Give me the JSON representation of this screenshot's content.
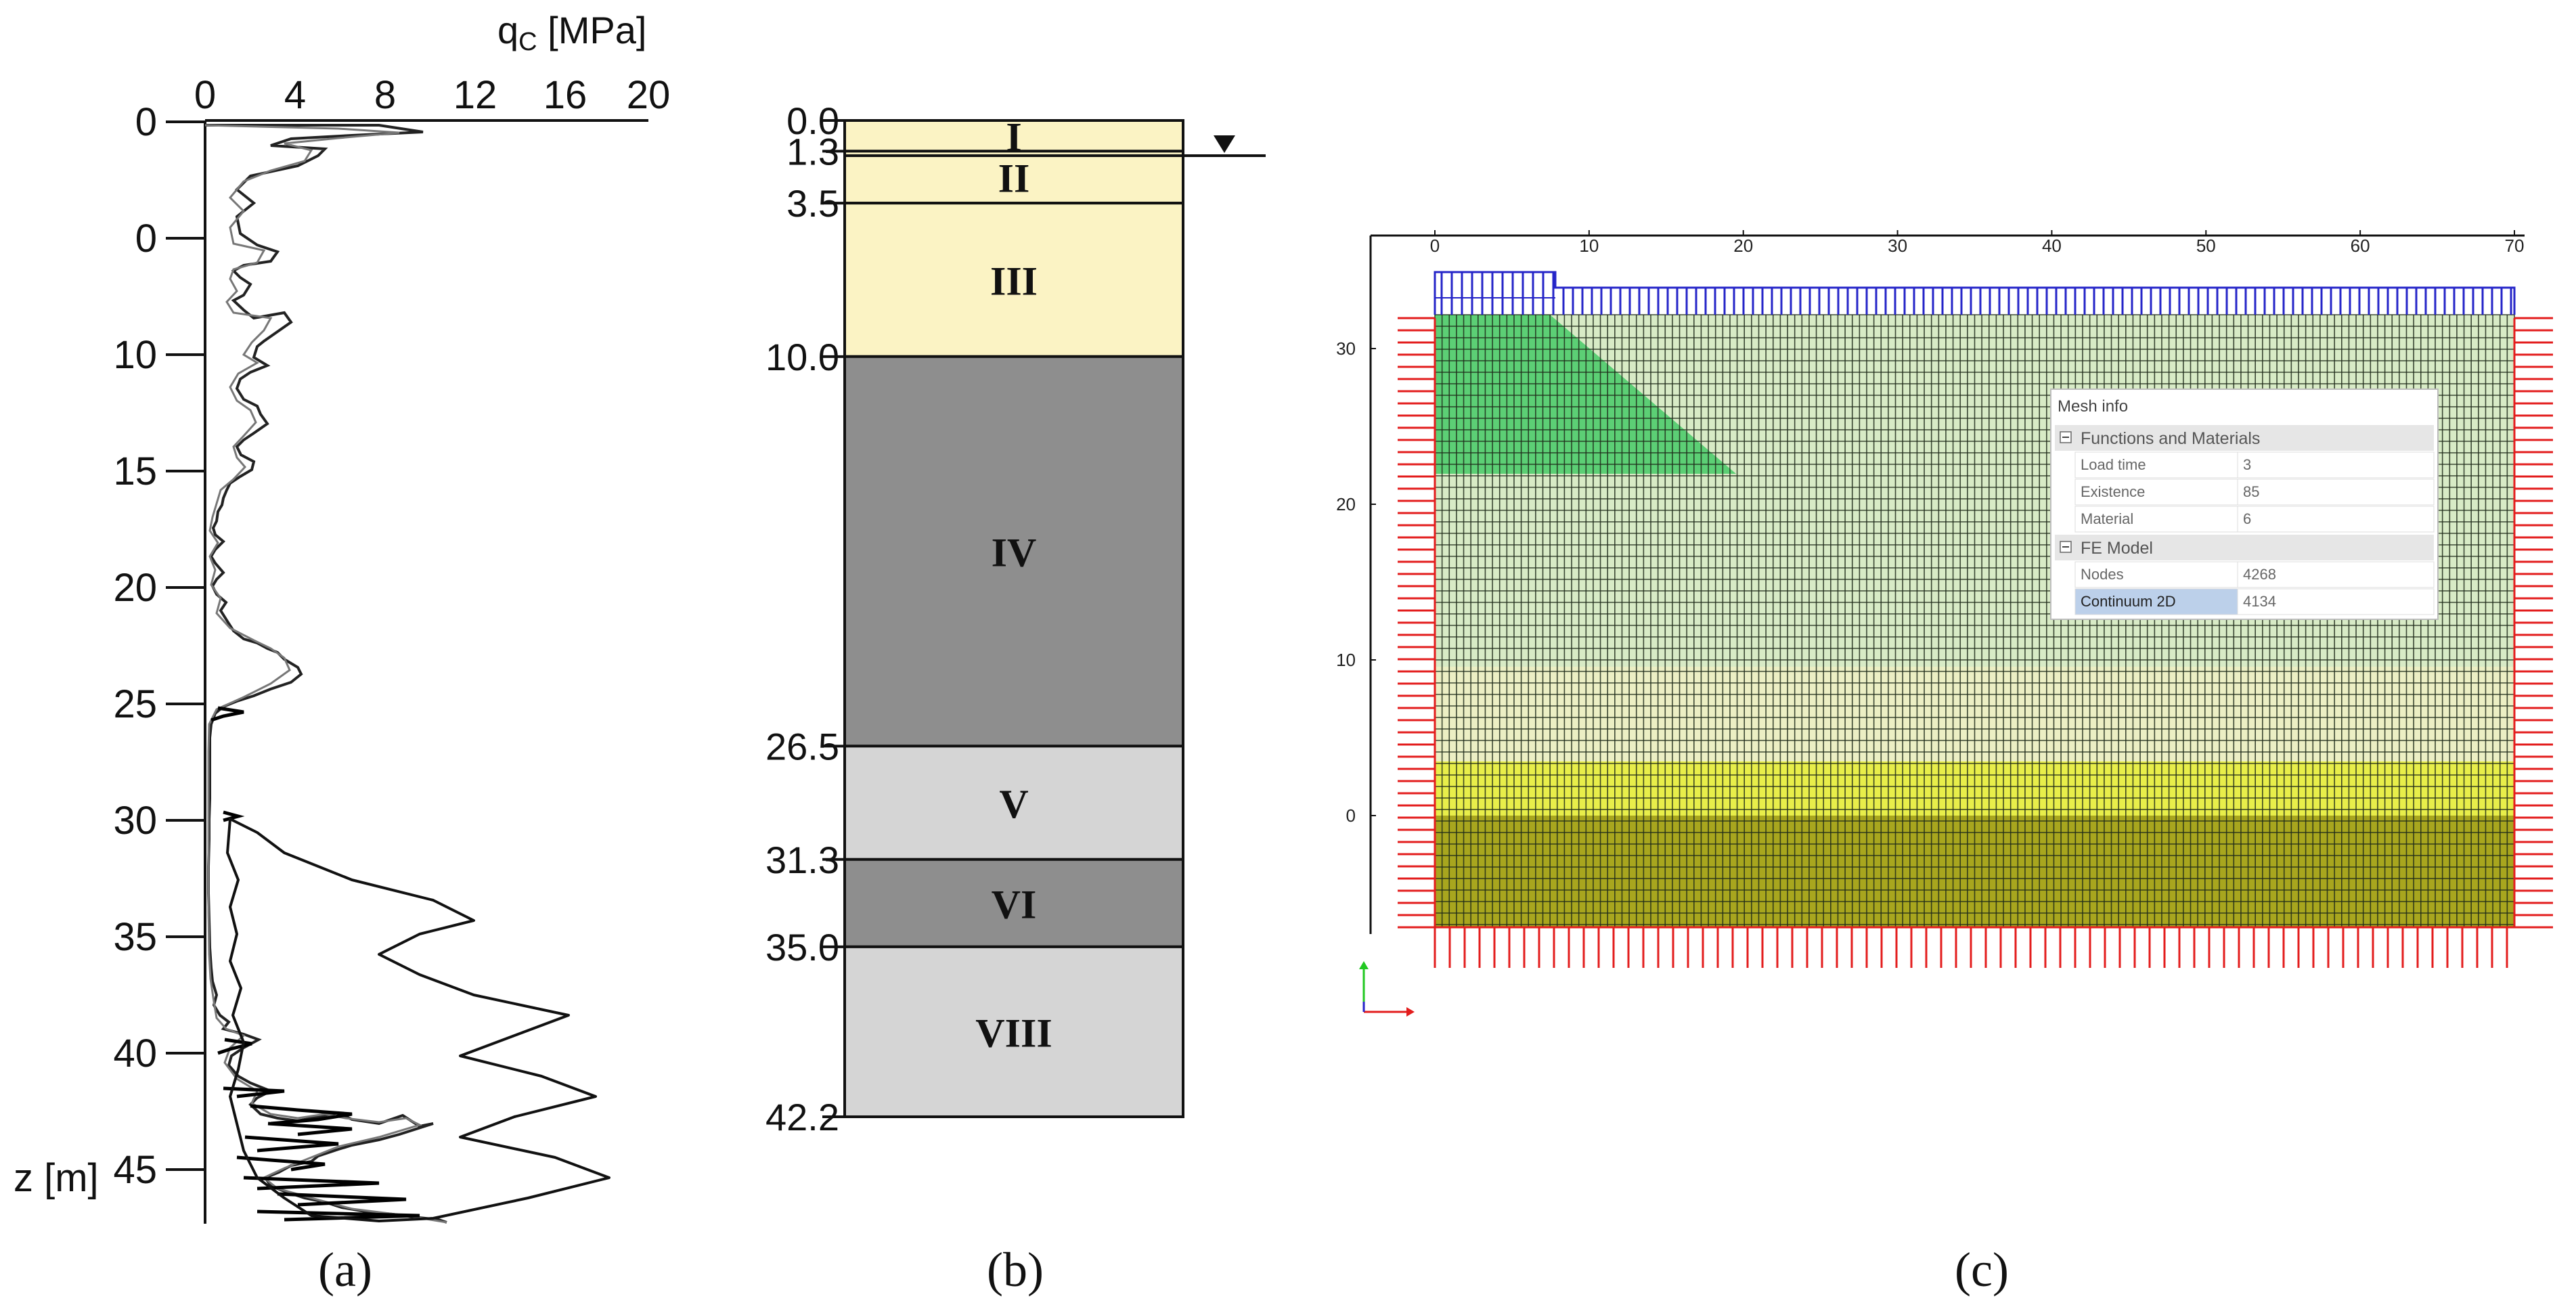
{
  "panel_a": {
    "caption": "(a)",
    "x_axis_label": "q",
    "x_axis_label_sub": "C",
    "x_axis_unit": " [MPa]",
    "y_axis_label": "z [m]",
    "x_ticks": [
      "0",
      "4",
      "8",
      "12",
      "16",
      "20"
    ],
    "y_ticks": [
      "0",
      "0",
      "10",
      "15",
      "20",
      "25",
      "30",
      "35",
      "40",
      "45"
    ]
  },
  "panel_b": {
    "caption": "(b)",
    "depth_labels": [
      "0.0",
      "1.3",
      "3.5",
      "10.0",
      "26.5",
      "31.3",
      "35.0",
      "42.2"
    ],
    "layers": [
      {
        "name": "I",
        "top": 0.0,
        "bottom": 1.3,
        "color": "#fbf3c4"
      },
      {
        "name": "II",
        "top": 1.3,
        "bottom": 3.5,
        "color": "#fbf3c4"
      },
      {
        "name": "III",
        "top": 3.5,
        "bottom": 10.0,
        "color": "#fbf3c4"
      },
      {
        "name": "IV",
        "top": 10.0,
        "bottom": 26.5,
        "color": "#8e8e8e"
      },
      {
        "name": "V",
        "top": 26.5,
        "bottom": 31.3,
        "color": "#d5d5d5"
      },
      {
        "name": "VI",
        "top": 31.3,
        "bottom": 35.0,
        "color": "#8e8e8e"
      },
      {
        "name": "VIII",
        "top": 35.0,
        "bottom": 42.2,
        "color": "#d5d5d5"
      }
    ],
    "water_table_depth": 1.3
  },
  "panel_c": {
    "caption": "(c)",
    "x_ticks": [
      "0",
      "10",
      "20",
      "30",
      "40",
      "50",
      "60",
      "70"
    ],
    "y_ticks": [
      "30",
      "20",
      "10",
      "0"
    ],
    "mesh_info": {
      "title": "Mesh info",
      "section1": "Functions and Materials",
      "rows1": [
        {
          "label": "Load time",
          "value": "3"
        },
        {
          "label": "Existence",
          "value": "85"
        },
        {
          "label": "Material",
          "value": "6"
        }
      ],
      "section2": "FE Model",
      "rows2": [
        {
          "label": "Nodes",
          "value": "4268"
        },
        {
          "label": "Continuum 2D",
          "value": "4134"
        }
      ]
    }
  }
}
